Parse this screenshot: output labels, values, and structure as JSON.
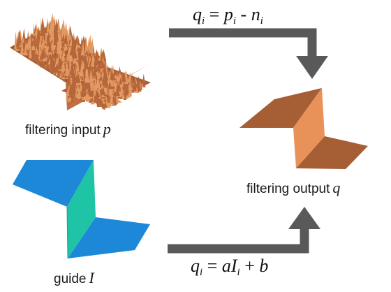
{
  "input_panel": {
    "label_text": "filtering input",
    "label_symbol": "p"
  },
  "guide_panel": {
    "label_text": "guide",
    "label_symbol": "I"
  },
  "output_panel": {
    "label_text": "filtering output",
    "label_symbol": "q"
  },
  "formula_top": {
    "lhs": "q",
    "lhs_sub": "i",
    "eq": "=",
    "term1": "p",
    "term1_sub": "i",
    "op": "-",
    "term2": "n",
    "term2_sub": "i"
  },
  "formula_bottom": {
    "lhs": "q",
    "lhs_sub": "i",
    "eq": "=",
    "coef": "a",
    "var": "I",
    "var_sub": "i",
    "op": "+",
    "const": "b"
  },
  "colors": {
    "noisy_surface": "#b5663a",
    "noisy_highlight": "#e39a62",
    "output_plane": "#a65f35",
    "output_step": "#e8925a",
    "guide_plane": "#1e88d8",
    "guide_step": "#1fc4a6",
    "arrow": "#595959"
  },
  "icons": {
    "arrow_top": "arrow-down-icon",
    "arrow_bottom": "arrow-up-icon"
  }
}
